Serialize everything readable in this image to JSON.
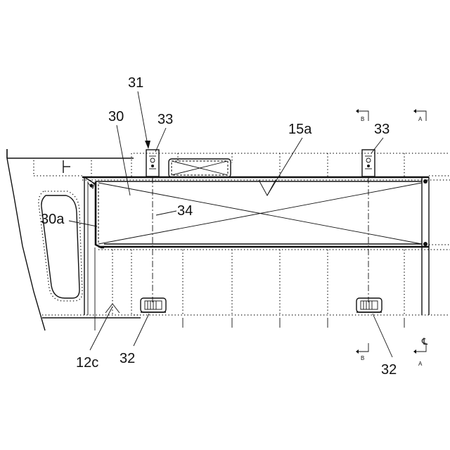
{
  "labels": {
    "l31": "31",
    "l30": "30",
    "l33_left": "33",
    "l33_right": "33",
    "l15a": "15a",
    "l30a": "30a",
    "l34": "34",
    "l12c": "12c",
    "l32_left": "32",
    "l32_right": "32"
  },
  "section_marks": {
    "b_top": "B",
    "a_top": "A",
    "b_bottom": "B",
    "a_bottom": "A",
    "centerline": "℄"
  }
}
